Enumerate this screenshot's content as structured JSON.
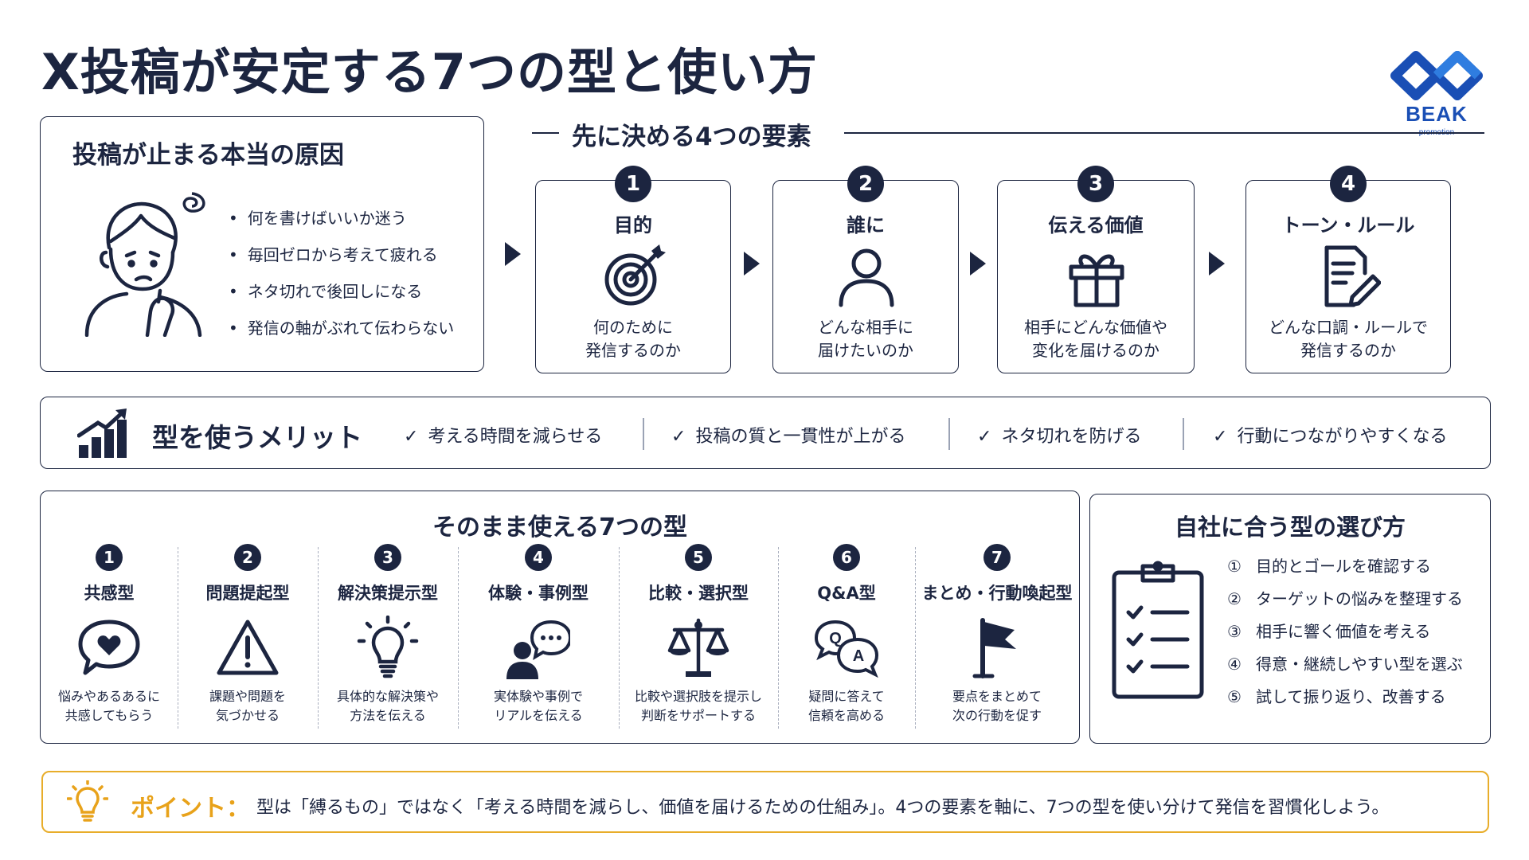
{
  "title": "X投稿が安定する7つの型と使い方",
  "logo": {
    "name": "BEAK",
    "sub": "promotion",
    "color": "#1a4fb5"
  },
  "cause": {
    "title": "投稿が止まる本当の原因",
    "items": [
      "何を書けばいいか迷う",
      "毎回ゼロから考えて疲れる",
      "ネタ切れで後回しになる",
      "発信の軸がぶれて伝わらない"
    ]
  },
  "elements": {
    "heading": "先に決める4つの要素",
    "items": [
      {
        "num": "1",
        "title": "目的",
        "icon": "target-icon",
        "desc1": "何のために",
        "desc2": "発信するのか"
      },
      {
        "num": "2",
        "title": "誰に",
        "icon": "person-icon",
        "desc1": "どんな相手に",
        "desc2": "届けたいのか"
      },
      {
        "num": "3",
        "title": "伝える価値",
        "icon": "gift-icon",
        "desc1": "相手にどんな価値や",
        "desc2": "変化を届けるのか"
      },
      {
        "num": "4",
        "title": "トーン・ルール",
        "icon": "document-pen-icon",
        "desc1": "どんな口調・ルールで",
        "desc2": "発信するのか"
      }
    ]
  },
  "merit": {
    "title": "型を使うメリット",
    "check": "✓",
    "items": [
      "考える時間を減らせる",
      "投稿の質と一貫性が上がる",
      "ネタ切れを防げる",
      "行動につながりやすくなる"
    ]
  },
  "types": {
    "title": "そのまま使える7つの型",
    "items": [
      {
        "num": "1",
        "name": "共感型",
        "icon": "heart-bubble-icon",
        "desc1": "悩みやあるあるに",
        "desc2": "共感してもらう"
      },
      {
        "num": "2",
        "name": "問題提起型",
        "icon": "warning-icon",
        "desc1": "課題や問題を",
        "desc2": "気づかせる"
      },
      {
        "num": "3",
        "name": "解決策提示型",
        "icon": "lightbulb-icon",
        "desc1": "具体的な解決策や",
        "desc2": "方法を伝える"
      },
      {
        "num": "4",
        "name": "体験・事例型",
        "icon": "person-speech-icon",
        "desc1": "実体験や事例で",
        "desc2": "リアルを伝える"
      },
      {
        "num": "5",
        "name": "比較・選択型",
        "icon": "scale-icon",
        "desc1": "比較や選択肢を提示し",
        "desc2": "判断をサポートする"
      },
      {
        "num": "6",
        "name": "Q&A型",
        "icon": "qa-bubbles-icon",
        "desc1": "疑問に答えて",
        "desc2": "信頼を高める"
      },
      {
        "num": "7",
        "name": "まとめ・行動喚起型",
        "icon": "flag-icon",
        "desc1": "要点をまとめて",
        "desc2": "次の行動を促す"
      }
    ]
  },
  "select": {
    "title": "自社に合う型の選び方",
    "items": [
      {
        "mark": "①",
        "text": "目的とゴールを確認する"
      },
      {
        "mark": "②",
        "text": "ターゲットの悩みを整理する"
      },
      {
        "mark": "③",
        "text": "相手に響く価値を考える"
      },
      {
        "mark": "④",
        "text": "得意・継続しやすい型を選ぶ"
      },
      {
        "mark": "⑤",
        "text": "試して振り返り、改善する"
      }
    ]
  },
  "point": {
    "label": "ポイント：",
    "text": "型は「縛るもの」ではなく「考える時間を減らし、価値を届けるための仕組み」。4つの要素を軸に、7つの型を使い分けて発信を習慣化しよう。",
    "color": "#e8a21a"
  },
  "colors": {
    "navy": "#1c2540",
    "accent": "#e8ad2a",
    "brand": "#1a4fb5"
  }
}
